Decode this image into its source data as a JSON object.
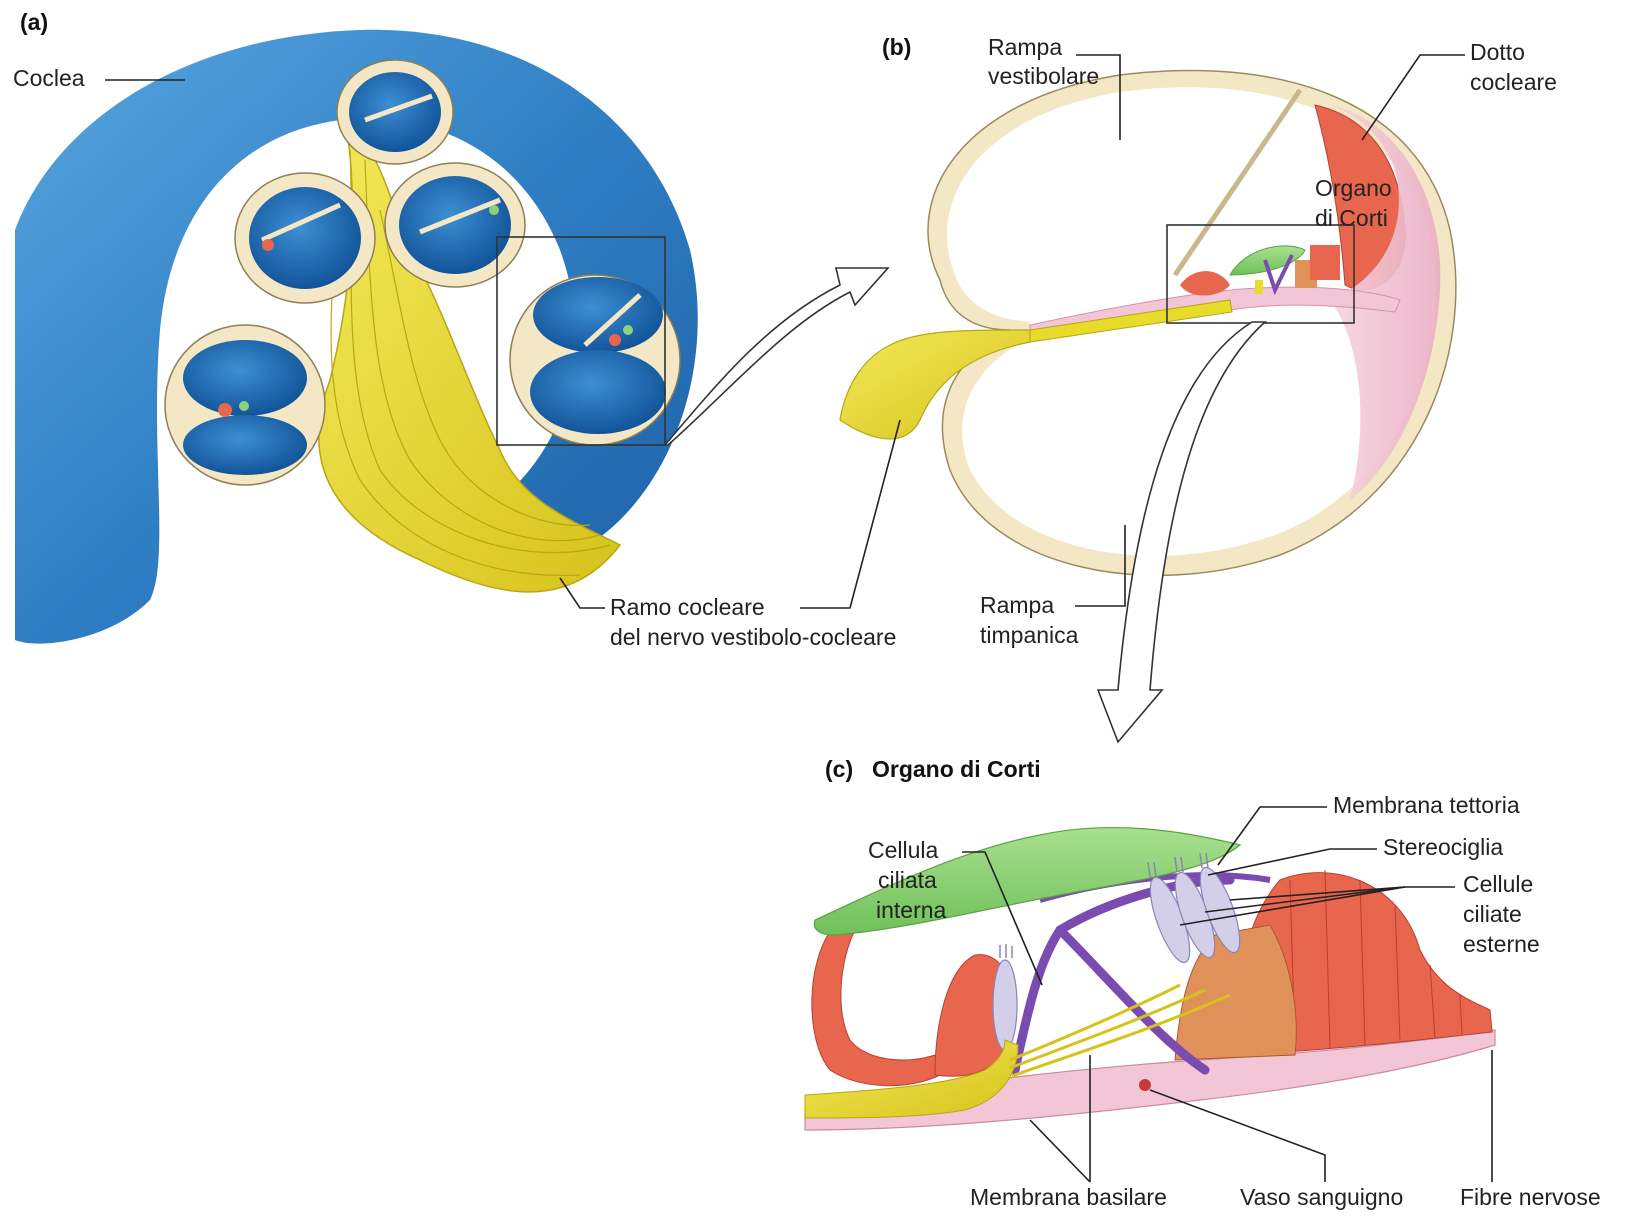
{
  "panels": {
    "a": "(a)",
    "b": "(b)",
    "c_letter": "(c)",
    "c_title": "Organo di Corti"
  },
  "labels": {
    "coclea": "Coclea",
    "rampa_vestibolare": [
      "Rampa",
      "vestibolare"
    ],
    "dotto_cocleare": [
      "Dotto",
      "cocleare"
    ],
    "organo_di_corti": [
      "Organo",
      "di Corti"
    ],
    "ramo_cocleare": [
      "Ramo cocleare",
      "del nervo vestibolo-cocleare"
    ],
    "rampa_timpanica": [
      "Rampa",
      "timpanica"
    ],
    "membrana_tettoria": "Membrana tettoria",
    "stereociglia": "Stereociglia",
    "cellula_ciliata_interna": [
      "Cellula",
      "ciliata",
      "interna"
    ],
    "cellule_ciliate_esterne": [
      "Cellule",
      "ciliate",
      "esterne"
    ],
    "membrana_basilare": "Membrana basilare",
    "vaso_sanguigno": "Vaso sanguigno",
    "fibre_nervose": "Fibre nervose"
  },
  "colors": {
    "cochlea_blue": "#2f7fc4",
    "bone_cream": "#f3e7c6",
    "nerve_yellow": "#e8dc2a",
    "tectorial_green": "#8fd17a",
    "support_red": "#e8664e",
    "pillar_purple": "#7a4bb0",
    "basilar_pink": "#f2c6d6"
  }
}
